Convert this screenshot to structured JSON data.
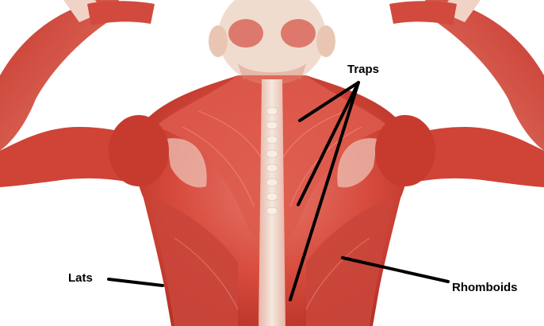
{
  "labels": {
    "traps": "Traps",
    "lats": "Lats",
    "rhomboids": "Rhomboids"
  },
  "colors": {
    "background": "#ffffff",
    "muscle_main": "#d9473b",
    "muscle_light": "#e8877a",
    "muscle_dark": "#b8332a",
    "skin": "#f2d8c8",
    "spine": "#efe3d8",
    "pointer_line": "#000000"
  }
}
